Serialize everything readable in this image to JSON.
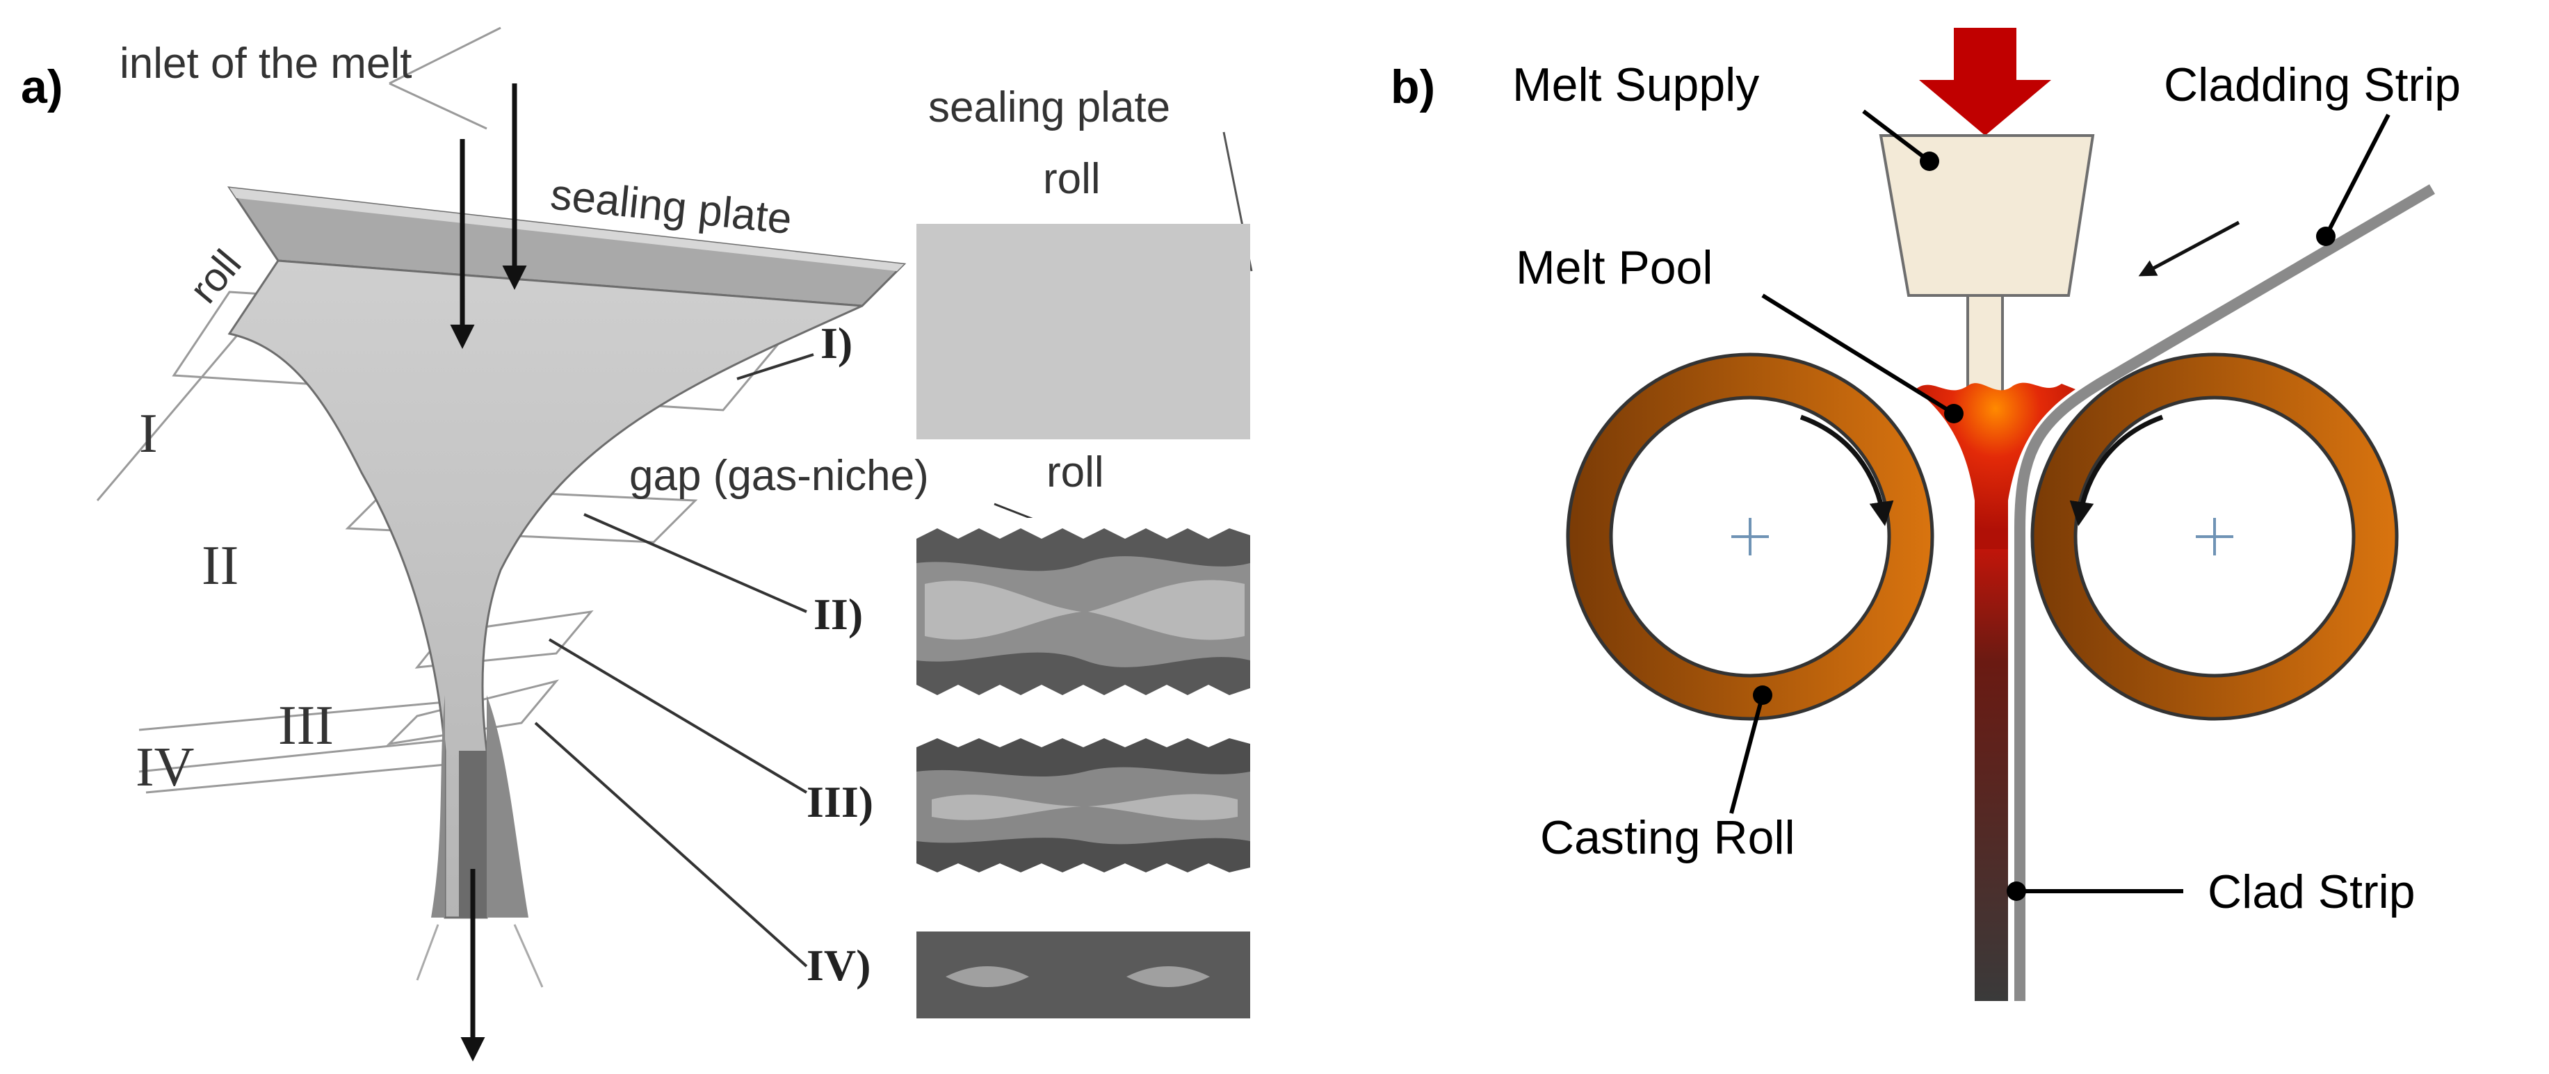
{
  "panel_a": {
    "tag": "a)",
    "inlet_label": "inlet of the melt",
    "sealing_plate_label": "sealing plate",
    "roll_label": "roll",
    "zones": [
      "I",
      "II",
      "III",
      "IV"
    ],
    "section_labels": [
      "I)",
      "II)",
      "III)",
      "IV)"
    ],
    "section_top_sealing_label": "sealing plate",
    "section_top_roll_label": "roll",
    "gap_label": "gap (gas-niche)",
    "section_mid_roll_label": "roll"
  },
  "panel_b": {
    "tag": "b)",
    "melt_supply_label": "Melt Supply",
    "cladding_strip_label": "Cladding Strip",
    "melt_pool_label": "Melt Pool",
    "casting_roll_label": "Casting Roll",
    "clad_strip_label": "Clad Strip",
    "colors": {
      "supply_arrow": "#c00000",
      "tundish_fill": "#f3ead7",
      "roll_ring_dark": "#7a3b06",
      "roll_ring_light": "#d9740f",
      "strip_gray": "#8a8a8a",
      "center_mark": "#6f93b5",
      "melt_hot": "#ff8a00",
      "melt_red": "#d81f08",
      "solid_strip": "#3f3f3f"
    }
  }
}
